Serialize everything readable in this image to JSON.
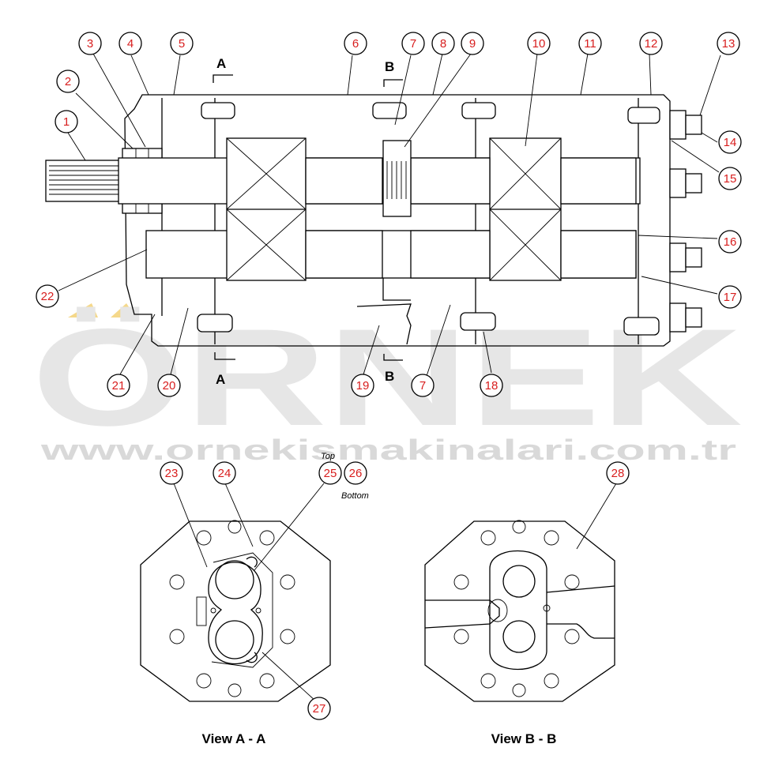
{
  "watermark": {
    "brand": "ÖRNEK",
    "url": "www.ornekismakinalari.com.tr",
    "color": "#e6e6e6",
    "accent": "#f5d88a"
  },
  "section_marks": {
    "a_top": "A",
    "b_top": "B",
    "a_bottom": "A",
    "b_bottom": "B"
  },
  "notes": {
    "top": "Top",
    "bottom": "Bottom"
  },
  "captions": {
    "view_a": "View A - A",
    "view_b": "View B - B"
  },
  "callouts": {
    "c1": "1",
    "c2": "2",
    "c3": "3",
    "c4": "4",
    "c5": "5",
    "c6": "6",
    "c7a": "7",
    "c8": "8",
    "c9": "9",
    "c10": "10",
    "c11": "11",
    "c12": "12",
    "c13": "13",
    "c14": "14",
    "c15": "15",
    "c16": "16",
    "c17": "17",
    "c18": "18",
    "c7b": "7",
    "c19": "19",
    "c20": "20",
    "c21": "21",
    "c22": "22",
    "c23": "23",
    "c24": "24",
    "c25": "25",
    "c26": "26",
    "c27": "27",
    "c28": "28"
  },
  "colors": {
    "callout_text": "#d81e1e",
    "line": "#000000"
  }
}
